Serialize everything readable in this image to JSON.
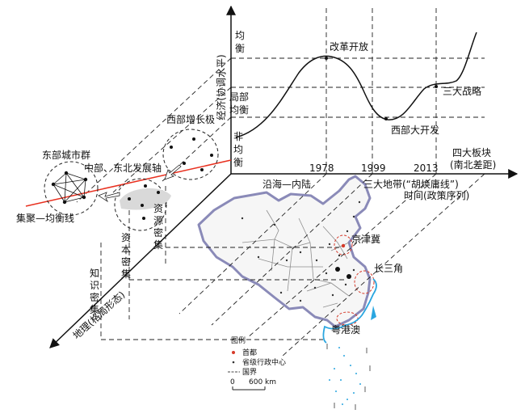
{
  "axes": {
    "vertical_label": "经济(协调水平)",
    "vertical_ticks": {
      "balanced": "均衡",
      "partial": "局部均衡",
      "unbalanced": "非均衡"
    },
    "horizontal_label": "时间(政策序列)",
    "years": [
      "1978",
      "1999",
      "2013"
    ],
    "diagonal_label": "地理(格局形态)"
  },
  "curve_annotations": {
    "reform": "改革开放",
    "west_dev": "西部大开发",
    "three_strategies": "三大战略",
    "four_plates": "四大板块",
    "north_south": "(南北差距)",
    "coastal_inland": "沿海—内陆",
    "three_belts": "三大地带(“胡焕庸线”)"
  },
  "circles": {
    "east": "东部城市群",
    "mid_ne": "中部、东北发展轴",
    "west": "西部增长极",
    "agglomeration": "集聚—均衡线",
    "capital": "资本密集",
    "resource": "资源密集",
    "knowledge": "知识密集"
  },
  "map": {
    "regions": [
      "京津冀",
      "长三角",
      "粤港澳"
    ],
    "legend_title": "图例",
    "legend_items": [
      "首都",
      "省级行政中心",
      "国界"
    ],
    "scale_zero": "0",
    "scale_value": "600 km"
  },
  "colors": {
    "axis": "#111111",
    "redline": "#e8301f",
    "border": "#8a8ab8",
    "sea": "#2aa6e0",
    "region": "#d63a2a"
  }
}
